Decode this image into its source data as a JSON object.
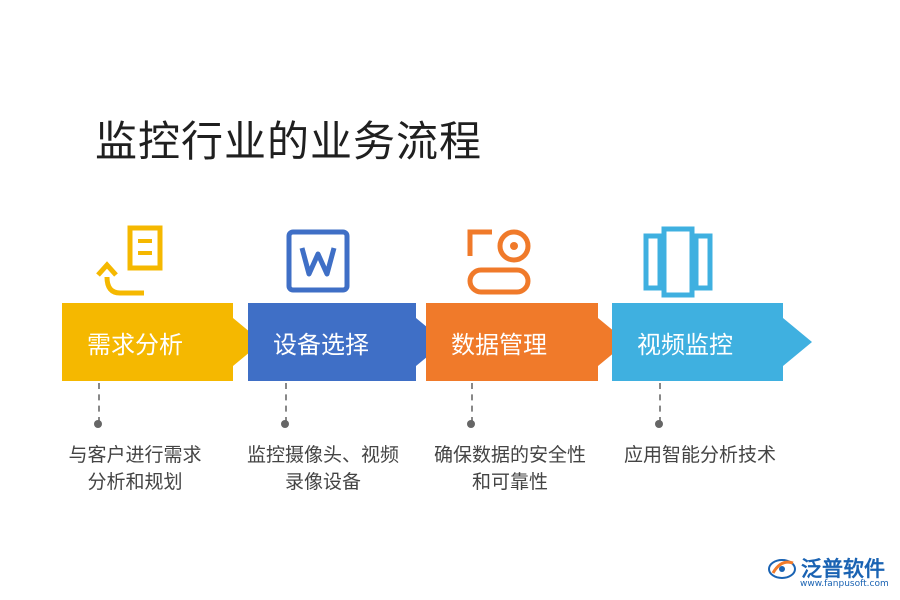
{
  "title": "监控行业的业务流程",
  "steps": [
    {
      "label": "需求分析",
      "desc_line1": "与客户进行需求",
      "desc_line2": "分析和规划",
      "color": "#f5b800",
      "icon": "document-return-icon"
    },
    {
      "label": "设备选择",
      "desc_line1": "监控摄像头、视频",
      "desc_line2": "录像设备",
      "color": "#3f6fc6",
      "icon": "word-document-icon"
    },
    {
      "label": "数据管理",
      "desc_line1": "确保数据的安全性",
      "desc_line2": "和可靠性",
      "color": "#f07a2a",
      "icon": "data-toggle-icon"
    },
    {
      "label": "视频监控",
      "desc_line1": "应用智能分析技术",
      "desc_line2": "",
      "color": "#3fb0e0",
      "icon": "video-panels-icon"
    }
  ],
  "logo": {
    "text": "泛普软件",
    "url": "www.fanpusoft.com",
    "color": "#1a63b3"
  }
}
